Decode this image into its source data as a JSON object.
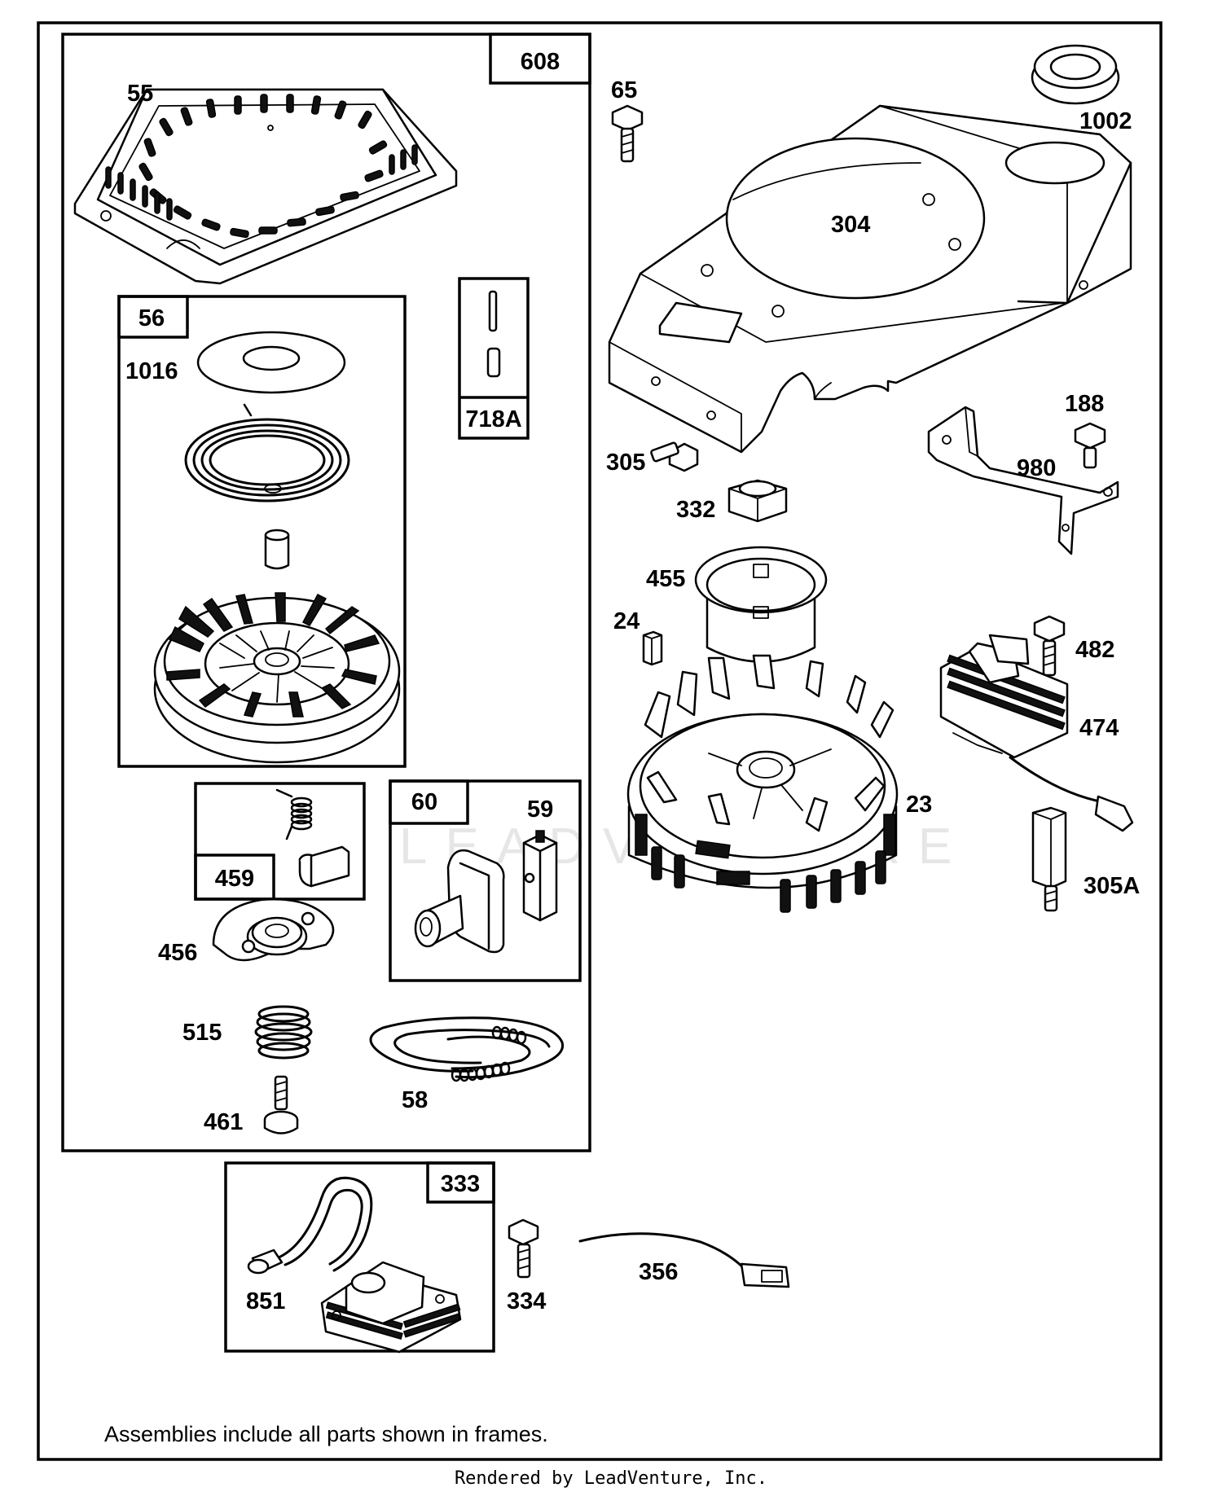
{
  "frames": {
    "f608": "608",
    "f56": "56",
    "f718A": "718A",
    "f459": "459",
    "f60": "60",
    "f333": "333"
  },
  "parts": {
    "p55": "55",
    "p1016": "1016",
    "p456": "456",
    "p515": "515",
    "p461": "461",
    "p58": "58",
    "p59": "59",
    "p65": "65",
    "p1002": "1002",
    "p304": "304",
    "p305": "305",
    "p332": "332",
    "p188": "188",
    "p980": "980",
    "p455": "455",
    "p24": "24",
    "p482": "482",
    "p474": "474",
    "p23": "23",
    "p305A": "305A",
    "p851": "851",
    "p334": "334",
    "p356": "356"
  },
  "footnote": "Assemblies include all parts shown in frames.",
  "rendered_by": "Rendered by LeadVenture, Inc.",
  "watermark": "LEADVENTURE"
}
